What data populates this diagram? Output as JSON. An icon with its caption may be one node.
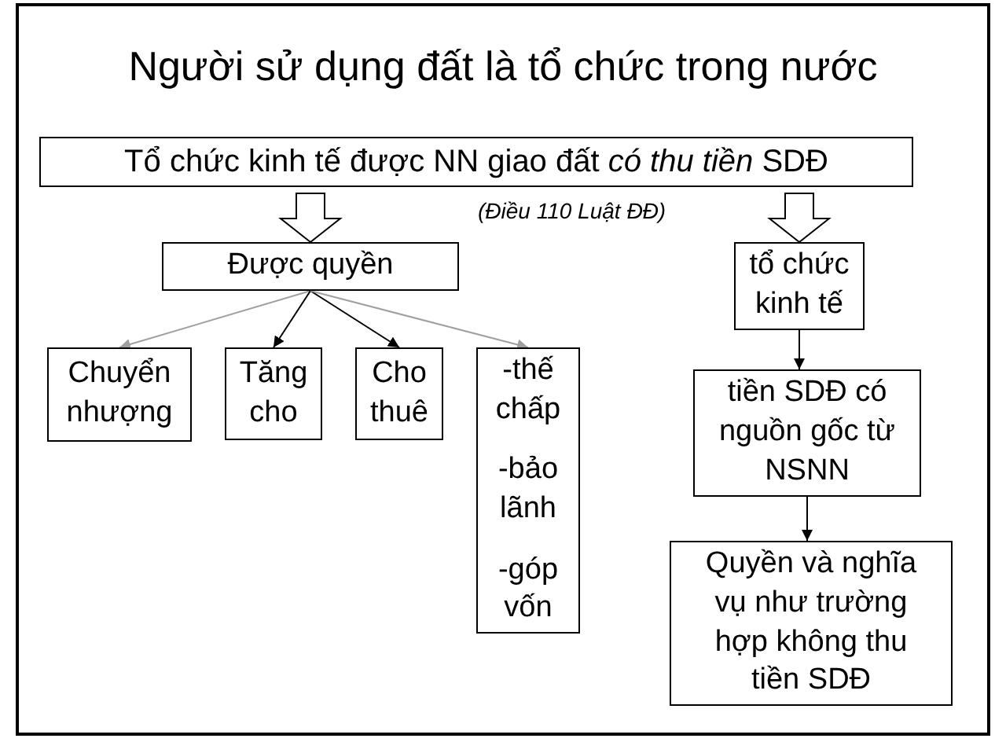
{
  "diagram": {
    "title": "Người sử dụng đất là tổ chức trong nước",
    "nodes": [
      {
        "text": [
          "Tổ chức kinh tế được NN giao đất *có thu tiền* SDĐ"
        ]
      },
      {
        "text": [
          "Được quyền"
        ]
      },
      {
        "text": [
          "tổ chức kinh tế"
        ]
      },
      {
        "text": [
          "Chuyển nhượng"
        ]
      },
      {
        "text": [
          "Tăng cho"
        ]
      },
      {
        "text": [
          "Cho thuê"
        ]
      },
      {
        "text": [
          "-thế chấp",
          "-bảo lãnh",
          "-góp vốn"
        ]
      },
      {
        "text": [
          "tiền SDĐ có nguồn gốc từ NSNN"
        ]
      },
      {
        "text": [
          "Quyền và nghĩa vụ như trường hợp không thu tiền SDĐ"
        ]
      }
    ],
    "edges": [
      {
        "from": 0,
        "to": 1,
        "arrow": "to",
        "style": "thick"
      },
      {
        "from": 0,
        "to": 2,
        "arrow": "to",
        "style": "thick"
      },
      {
        "from": 1,
        "to": 3,
        "arrow": "to",
        "color": "#a0a0a0"
      },
      {
        "from": 1,
        "to": 4,
        "arrow": "to"
      },
      {
        "from": 1,
        "to": 5,
        "arrow": "to"
      },
      {
        "from": 1,
        "to": 6,
        "arrow": "to",
        "color": "#a0a0a0"
      },
      {
        "from": 2,
        "to": 7,
        "arrow": "to"
      },
      {
        "from": 7,
        "to": 8,
        "arrow": "to"
      }
    ],
    "labels": [
      "(Điều 110 Luật ĐĐ)"
    ]
  }
}
